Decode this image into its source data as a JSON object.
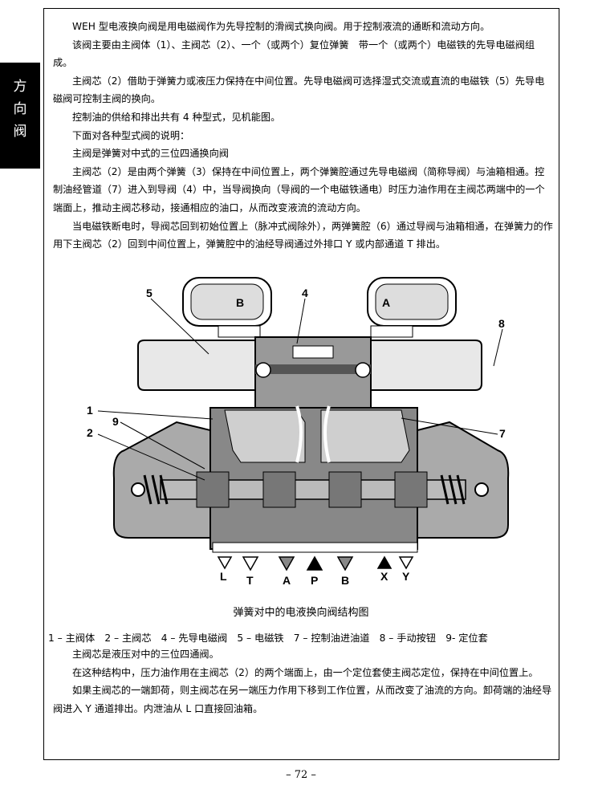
{
  "side_tab": [
    "方",
    "向",
    "阀"
  ],
  "paragraphs_top": [
    "WEH 型电液换向阀是用电磁阀作为先导控制的滑阀式换向阀。用于控制液流的通断和流动方向。",
    "该阀主要由主阀体（1）、主阀芯（2）、一个（或两个）复位弹簧　带一个（或两个）电磁铁的先导电磁阀组成。",
    "主阀芯（2）借助于弹簧力或液压力保持在中间位置。先导电磁阀可选择湿式交流或直流的电磁铁（5）先导电磁阀可控制主阀的换向。",
    "控制油的供给和排出共有 4 种型式，见机能图。",
    "下面对各种型式阀的说明：",
    "主阀是弹簧对中式的三位四通换向阀",
    "主阀芯（2）是由两个弹簧（3）保持在中间位置上，两个弹簧腔通过先导电磁阀（简称导阀）与油箱相通。控制油经管道（7）进入到导阀（4）中，当导阀换向（导阀的一个电磁铁通电）时压力油作用在主阀芯两端中的一个端面上，推动主阀芯移动，接通相应的油口，从而改变液流的流动方向。",
    "当电磁铁断电时，导阀芯回到初始位置上（脉冲式阀除外），两弹簧腔（6）通过导阀与油箱相通，在弹簧力的作用下主阀芯（2）回到中间位置上，弹簧腔中的油经导阀通过外排口 Y 或内部通道 T 排出。"
  ],
  "diagram": {
    "callouts": [
      "5",
      "4",
      "8",
      "1",
      "9",
      "2",
      "7"
    ],
    "coils": [
      "B",
      "A"
    ],
    "ports": [
      "L",
      "T",
      "A",
      "P",
      "B",
      "X",
      "Y"
    ]
  },
  "caption": "弹簧对中的电液换向阀结构图",
  "legend": "1 – 主阀体　2 – 主阀芯　4 – 先导电磁阀　5 – 电磁铁　7 – 控制油进油道　8 – 手动按钮　9- 定位套",
  "paragraphs_bottom": [
    "主阀芯是液压对中的三位四通阀。",
    "在这种结构中，压力油作用在主阀芯（2）的两个端面上，由一个定位套使主阀芯定位，保持在中间位置上。",
    "如果主阀芯的一端卸荷，则主阀芯在另一端压力作用下移到工作位置，从而改变了油流的方向。卸荷端的油经导阀进入 Y 通道排出。内泄油从 L 口直接回油箱。"
  ],
  "page_number": "– 72 –"
}
